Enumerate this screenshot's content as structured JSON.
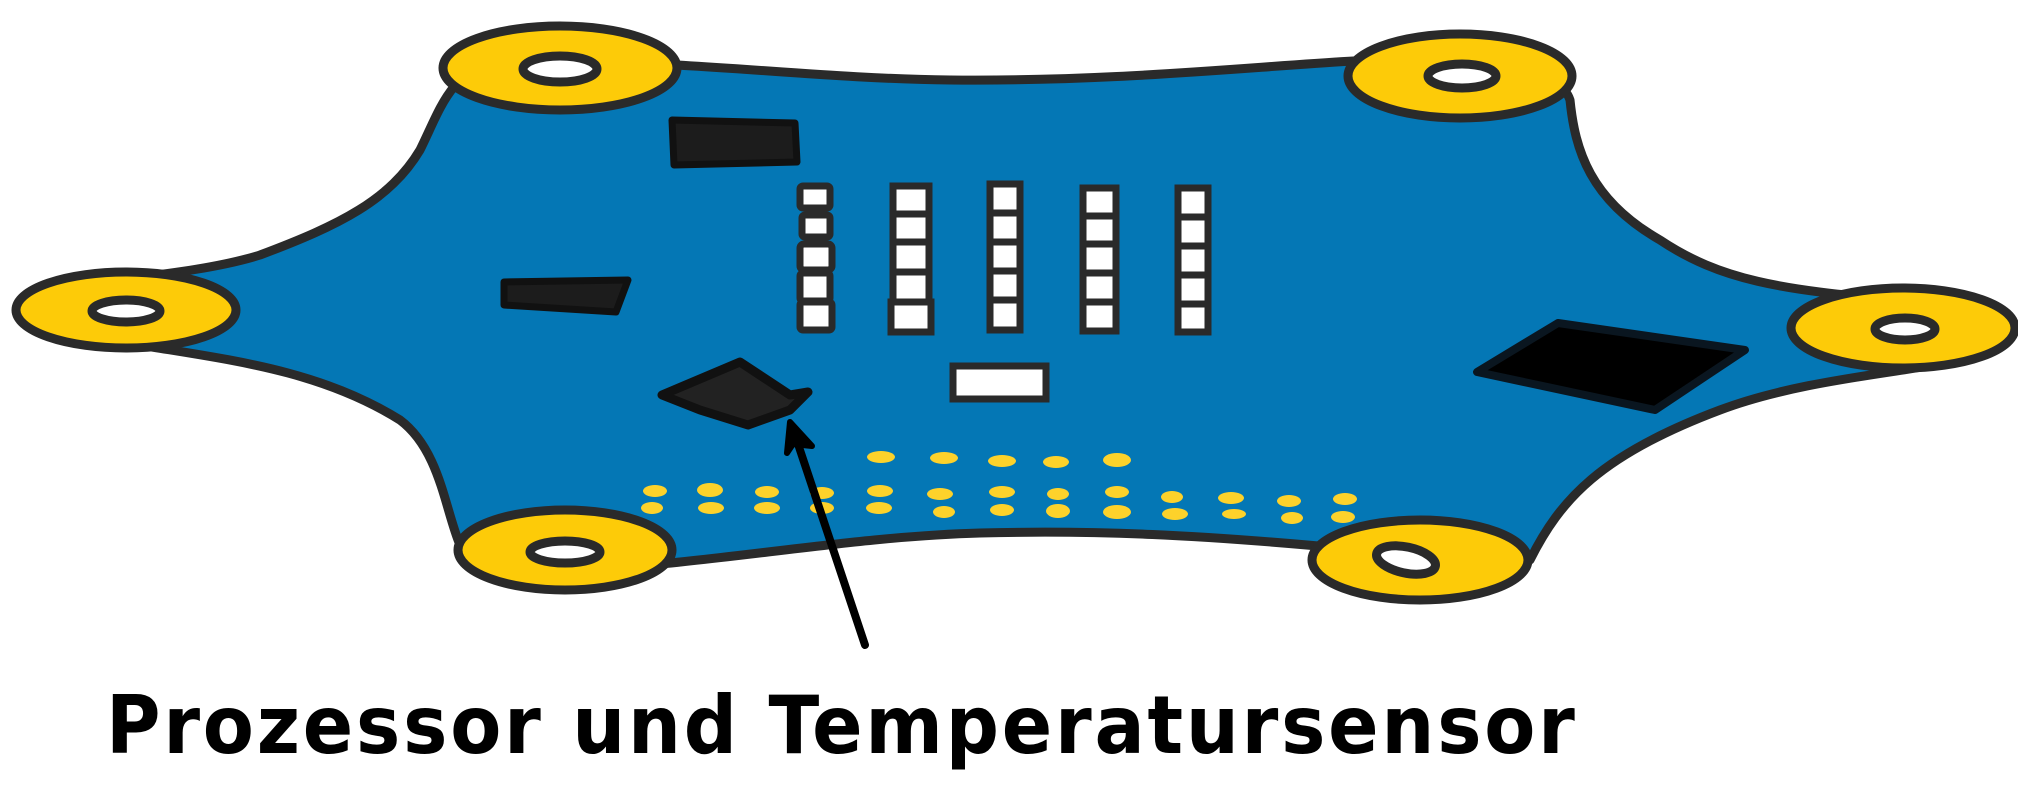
{
  "diagram": {
    "subject": "calliope-mini-board",
    "caption": "Prozessor und Temperatursensor",
    "colors": {
      "board": "#0477B5",
      "outline": "#2A2A2A",
      "pad": "#FDCB08",
      "pin": "#FDD22B",
      "chip": "#1C1C1C",
      "led": "#FFFFFF",
      "background": "#FFFFFF",
      "arrow": "#000000"
    },
    "components": [
      {
        "name": "mounting-pad",
        "count": 6
      },
      {
        "name": "button-chip-top",
        "count": 1
      },
      {
        "name": "left-chip",
        "count": 1
      },
      {
        "name": "processor-chip",
        "count": 1
      },
      {
        "name": "large-square-chip",
        "count": 1
      },
      {
        "name": "led-matrix",
        "columns": 5,
        "rows": 5
      },
      {
        "name": "rgb-led-rectangle",
        "count": 1
      },
      {
        "name": "edge-connector-pins",
        "count": 31
      }
    ],
    "arrow": {
      "points_to": "processor-chip",
      "from": "caption"
    }
  }
}
